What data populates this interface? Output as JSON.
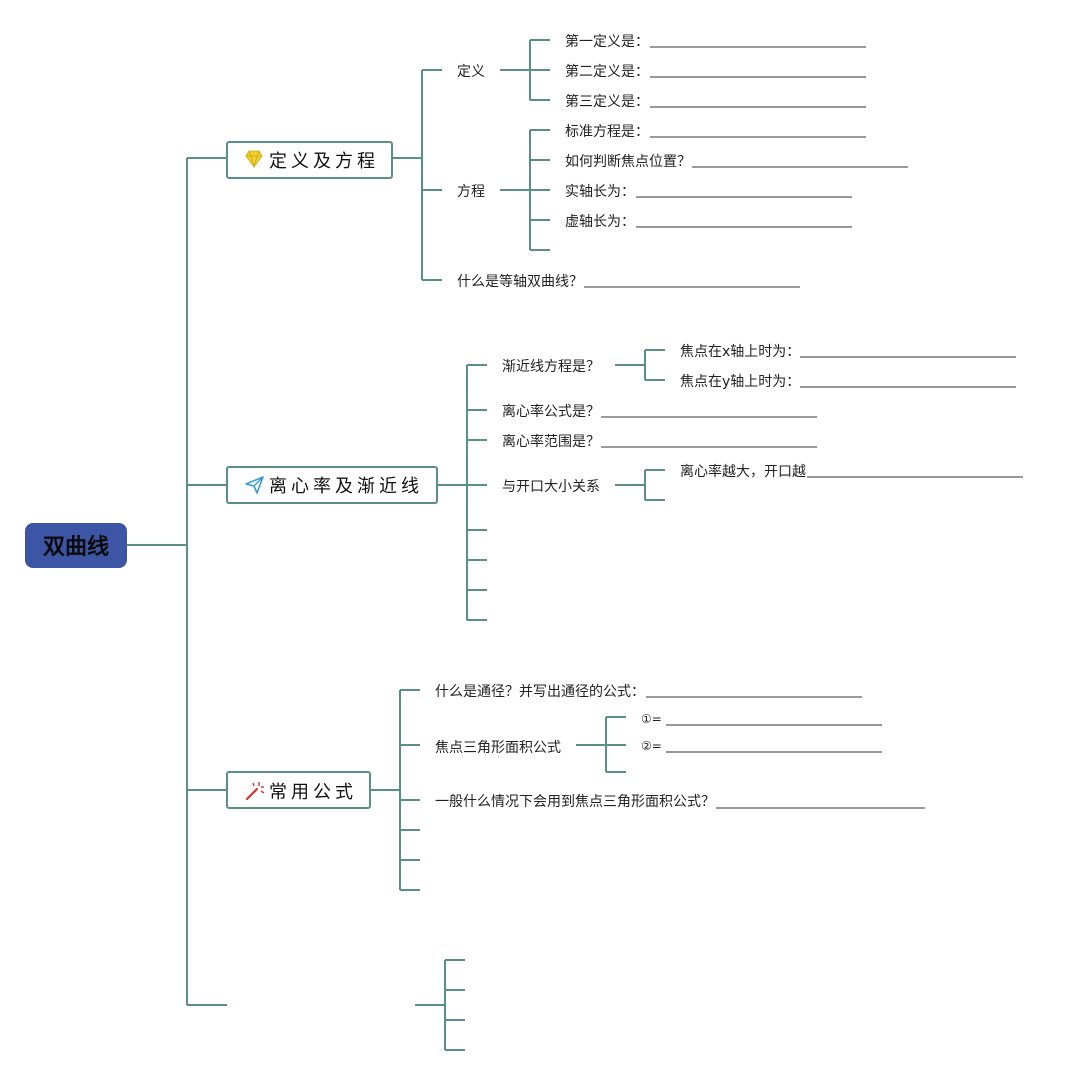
{
  "root": {
    "label": "双曲线",
    "color": "#3c55a5"
  },
  "line_color": "#5a8f84",
  "branches": [
    {
      "label": "定义及方程",
      "icon": "diamond-icon",
      "icon_color": "#f2d22e",
      "children": [
        {
          "label": "定义",
          "children": [
            "第一定义是：",
            "第二定义是：",
            "第三定义是："
          ]
        },
        {
          "label": "方程",
          "children": [
            "标准方程是：",
            "如何判断焦点位置？",
            "实轴长为：",
            "虚轴长为："
          ]
        },
        {
          "label": "什么是等轴双曲线？"
        }
      ]
    },
    {
      "label": "离心率及渐近线",
      "icon": "paper-plane-icon",
      "icon_color": "#3a9bd5",
      "children": [
        {
          "label": "渐近线方程是？",
          "children": [
            "焦点在x轴上时为：",
            "焦点在y轴上时为："
          ]
        },
        {
          "label": "离心率公式是？"
        },
        {
          "label": "离心率范围是？"
        },
        {
          "label": "与开口大小关系",
          "children": [
            "离心率越大，开口越"
          ]
        }
      ]
    },
    {
      "label": "常用公式",
      "icon": "magic-wand-icon",
      "icon_color": "#d9342b",
      "children": [
        {
          "label": "什么是通径？并写出通径的公式："
        },
        {
          "label": "焦点三角形面积公式",
          "children": [
            "①=",
            "②="
          ]
        },
        {
          "label": "一般什么情况下会用到焦点三角形面积公式？"
        }
      ]
    }
  ]
}
